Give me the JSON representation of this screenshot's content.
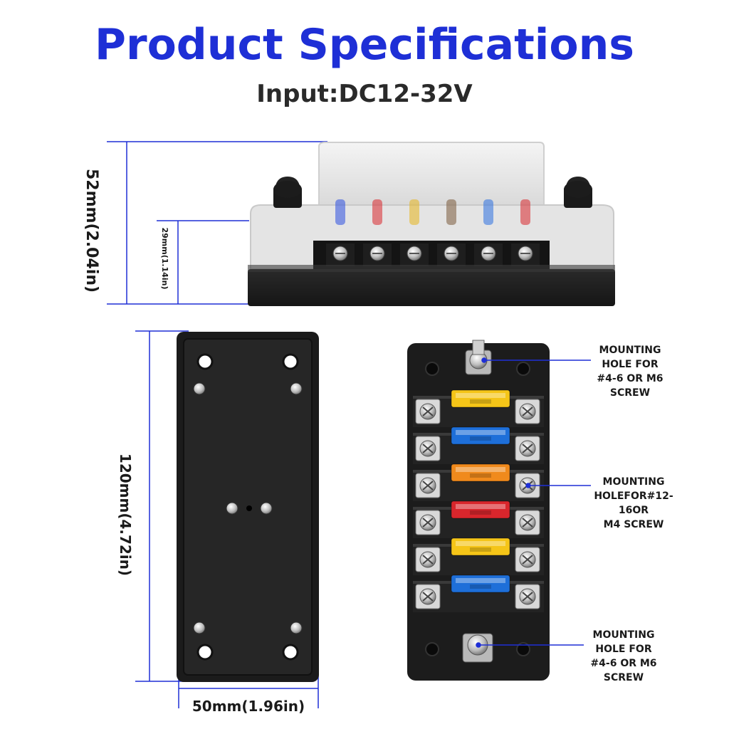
{
  "header": {
    "title": "Product Specifications",
    "subtitle": "Input:DC12-32V"
  },
  "dimensions": {
    "height_total": "52mm(2.04in)",
    "height_base": "29mm(1.14in)",
    "length": "120mm(4.72in)",
    "width": "50mm(1.96in)"
  },
  "callouts": {
    "top_hole": [
      "MOUNTING",
      "HOLE FOR",
      "#4-6 OR M6 SCREW"
    ],
    "mid_hole": [
      "MOUNTING",
      "HOLEFOR#12-16OR",
      "M4 SCREW"
    ],
    "bottom_hole": [
      "MOUNTING",
      "HOLE FOR",
      "#4-6 OR M6 SCREW"
    ]
  },
  "fuse_colors": [
    "#f5c518",
    "#1e6fd9",
    "#f08a1c",
    "#d8262c",
    "#f5c518",
    "#1e6fd9"
  ],
  "side_fuse_colors": [
    "#2b4fe0",
    "#d8262c",
    "#e6b41c",
    "#7a5a3a",
    "#2b6fe0",
    "#d8262c"
  ],
  "accent_color": "#1e2fd6"
}
